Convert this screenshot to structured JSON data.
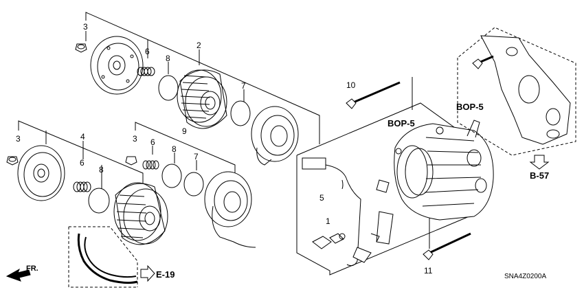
{
  "callouts": [
    "1",
    "2",
    "3",
    "3",
    "4",
    "5",
    "6",
    "6",
    "6",
    "7",
    "7",
    "8",
    "8",
    "8",
    "9",
    "10",
    "11"
  ],
  "references": {
    "bop_upper": "BOP-5",
    "bop_lower": "BOP-5",
    "b57": "B-57",
    "e19": "E-19"
  },
  "front_marker": "FR.",
  "diagram_code": "SNA4Z0200A"
}
